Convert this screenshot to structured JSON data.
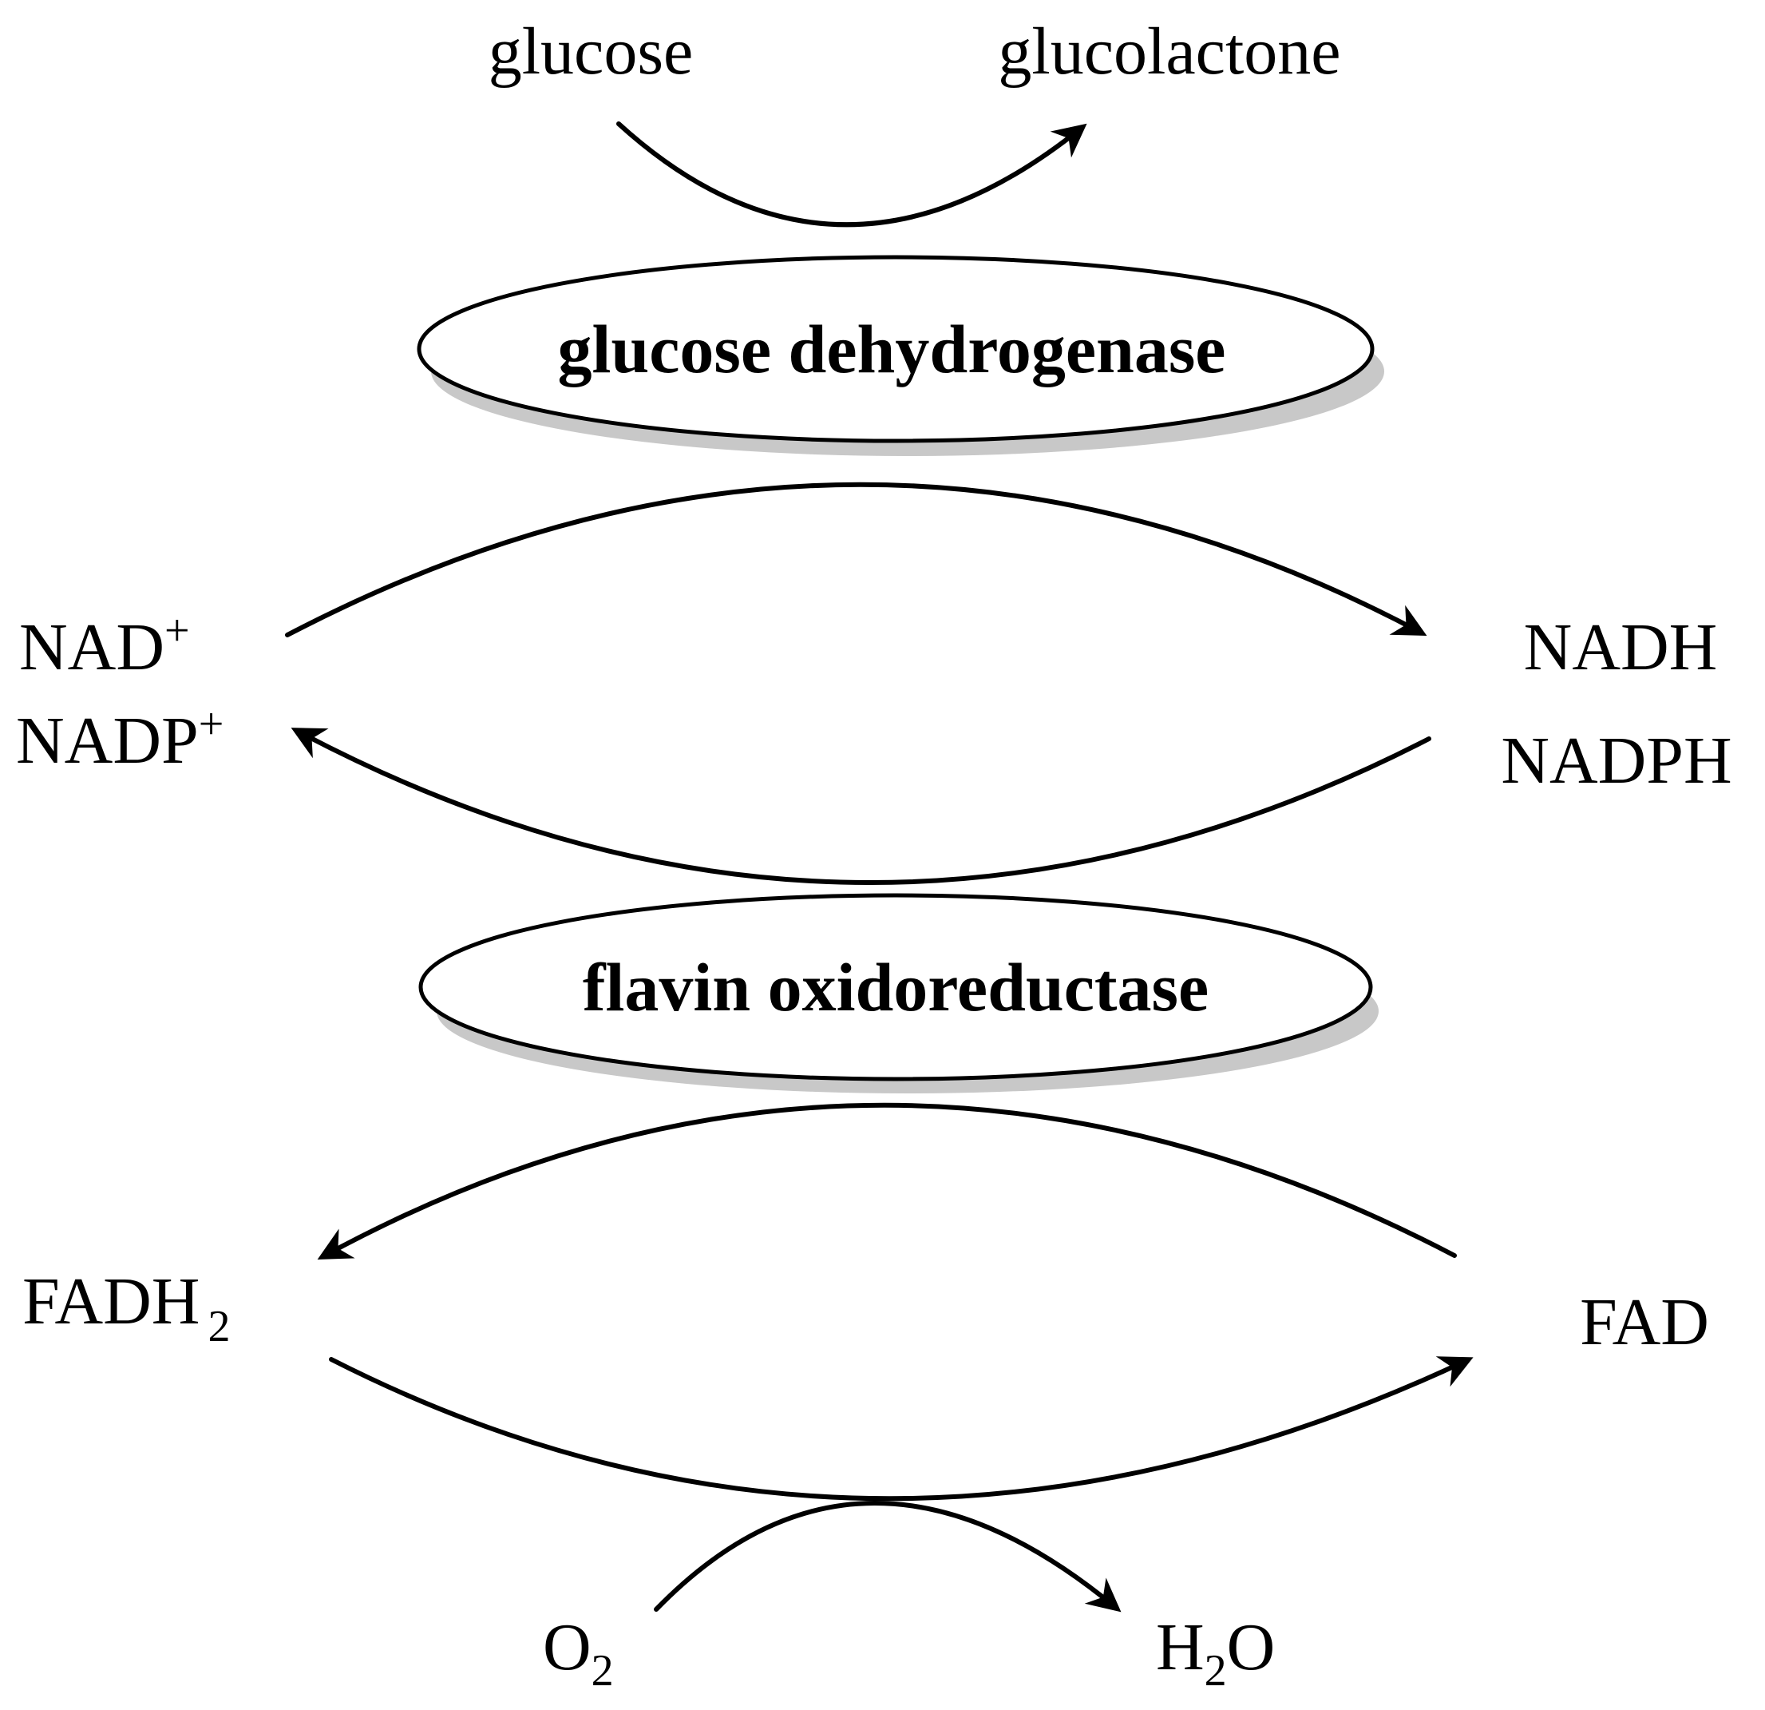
{
  "enzymes": {
    "top": "glucose dehydrogenase",
    "bottom": "flavin oxidoreductase"
  },
  "species": {
    "glucose": "glucose",
    "glucolactone": "glucolactone",
    "nad_base": "NAD",
    "nad_sup": "+",
    "nadp_base": "NADP",
    "nadp_sup": "+",
    "nadh": "NADH",
    "nadph": "NADPH",
    "fadh2_base": "FADH",
    "fadh2_sub": "2",
    "fad": "FAD",
    "o2_base": "O",
    "o2_sub": "2",
    "h2o_h": "H",
    "h2o_sub": "2",
    "h2o_o": "O"
  },
  "colors": {
    "shadow": "#c8c8c8",
    "line": "#000000",
    "background": "#ffffff"
  }
}
